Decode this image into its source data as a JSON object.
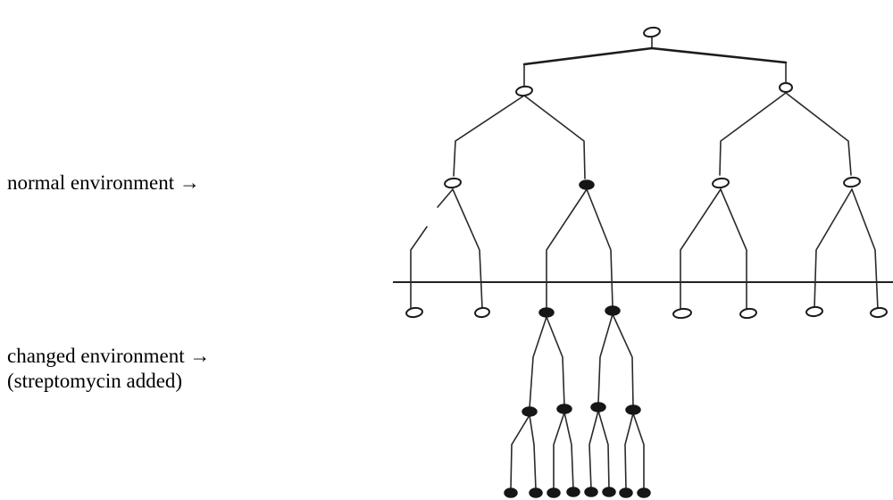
{
  "labels": {
    "normal_environment": "normal environment →",
    "changed_environment": "changed environment →",
    "changed_environment_note": "(streptomycin added)"
  },
  "colors": {
    "normal_cell": "#ffffff",
    "resistant_cell": "#161616",
    "line": "#222222"
  }
}
